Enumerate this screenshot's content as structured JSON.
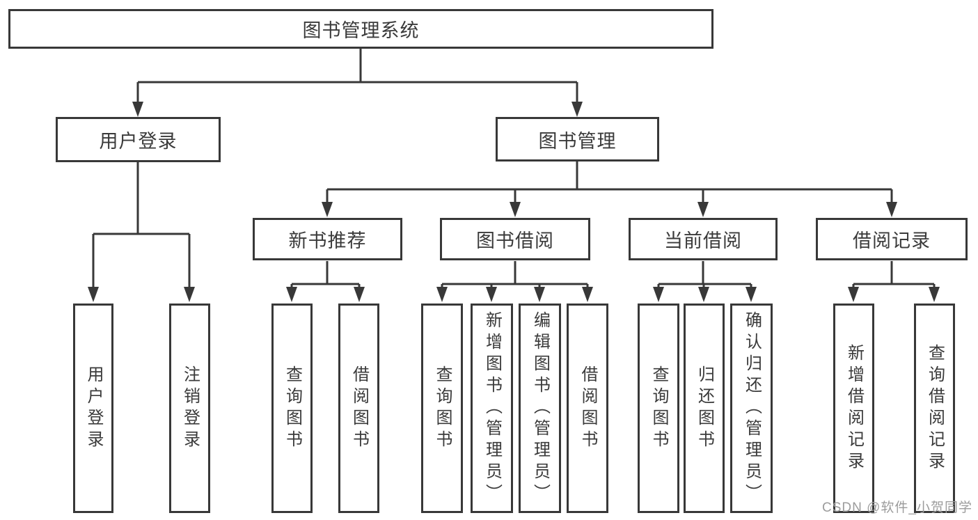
{
  "diagram": {
    "title_node": {
      "label": "图书管理系统"
    },
    "level2": [
      {
        "label": "用户登录"
      },
      {
        "label": "图书管理"
      }
    ],
    "level3": [
      {
        "label": "新书推荐",
        "parent": "图书管理"
      },
      {
        "label": "图书借阅",
        "parent": "图书管理"
      },
      {
        "label": "当前借阅",
        "parent": "图书管理"
      },
      {
        "label": "借阅记录",
        "parent": "图书管理"
      }
    ],
    "leaves": [
      {
        "label": "用户登录",
        "parent": "用户登录"
      },
      {
        "label": "注销登录",
        "parent": "用户登录"
      },
      {
        "label": "查询图书",
        "parent": "新书推荐"
      },
      {
        "label": "借阅图书",
        "parent": "新书推荐"
      },
      {
        "label": "查询图书",
        "parent": "图书借阅"
      },
      {
        "label": "新增图书（管理员）",
        "parent": "图书借阅"
      },
      {
        "label": "编辑图书（管理员）",
        "parent": "图书借阅"
      },
      {
        "label": "借阅图书",
        "parent": "图书借阅"
      },
      {
        "label": "查询图书",
        "parent": "当前借阅"
      },
      {
        "label": "归还图书",
        "parent": "当前借阅"
      },
      {
        "label": "确认归还（管理员）",
        "parent": "当前借阅"
      },
      {
        "label": "新增借阅记录",
        "parent": "借阅记录"
      },
      {
        "label": "查询借阅记录",
        "parent": "借阅记录"
      }
    ],
    "colors": {
      "line": "#383838",
      "box_border": "#383838",
      "box_fill": "#ffffff",
      "text": "#3a3a3a"
    }
  },
  "watermark": {
    "text": "CSDN @软件_小贺同学",
    "color": "#9c9c9c"
  }
}
